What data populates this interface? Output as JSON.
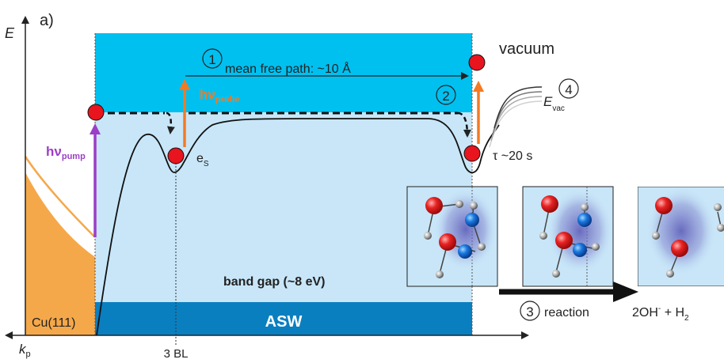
{
  "panel_label": "a)",
  "axes": {
    "y_label": "E",
    "x_label_main": "k",
    "x_label_sub": "p"
  },
  "regions": {
    "vacuum": "vacuum",
    "band_gap": "band gap (~8 eV)",
    "asw": "ASW",
    "metal": "Cu(111)",
    "thickness": "3 BL"
  },
  "steps": {
    "step1_num": "1",
    "step1_text": "mean free path: ~10 Å",
    "step2_num": "2",
    "step3_num": "3",
    "step3_text": "reaction",
    "step4_num": "4"
  },
  "labels": {
    "pump_main": "hν",
    "pump_sub": "pump",
    "probe_main": "hν",
    "probe_sub": "probe",
    "es_main": "e",
    "es_sub": "S",
    "evac_main": "E",
    "evac_sub": "vac",
    "tau": "τ ~20 s",
    "product_a": "2OH",
    "product_sup": "-",
    "product_b": " + H",
    "product_sub": "2"
  },
  "colors": {
    "vacuum_blue": "#00c0f0",
    "band_gap_blue": "#c8e6f8",
    "asw_blue": "#0a7fc0",
    "metal_orange": "#f5a84a",
    "pump_purple": "#9b3fc6",
    "probe_orange": "#f47a22",
    "electron_red": "#e8141e"
  }
}
